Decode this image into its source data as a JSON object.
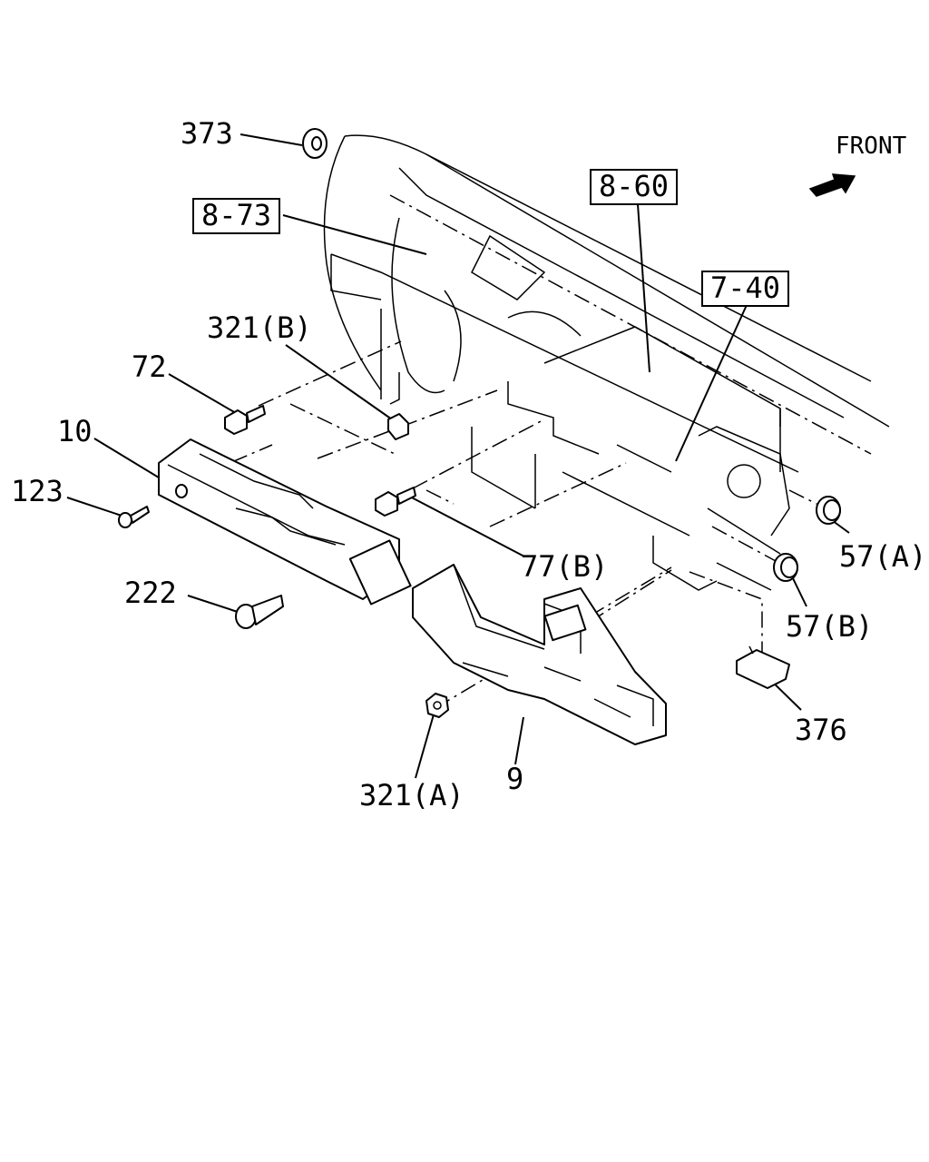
{
  "front_label": "FRONT",
  "callouts": {
    "c373": "373",
    "c8_73": "8-73",
    "c8_60": "8-60",
    "c7_40": "7-40",
    "c321b": "321(B)",
    "c72": "72",
    "c10": "10",
    "c123": "123",
    "c222": "222",
    "c77b": "77(B)",
    "c57a": "57(A)",
    "c57b": "57(B)",
    "c376": "376",
    "c321a": "321(A)",
    "c9": "9"
  },
  "colors": {
    "line": "#000000",
    "background": "#ffffff"
  }
}
